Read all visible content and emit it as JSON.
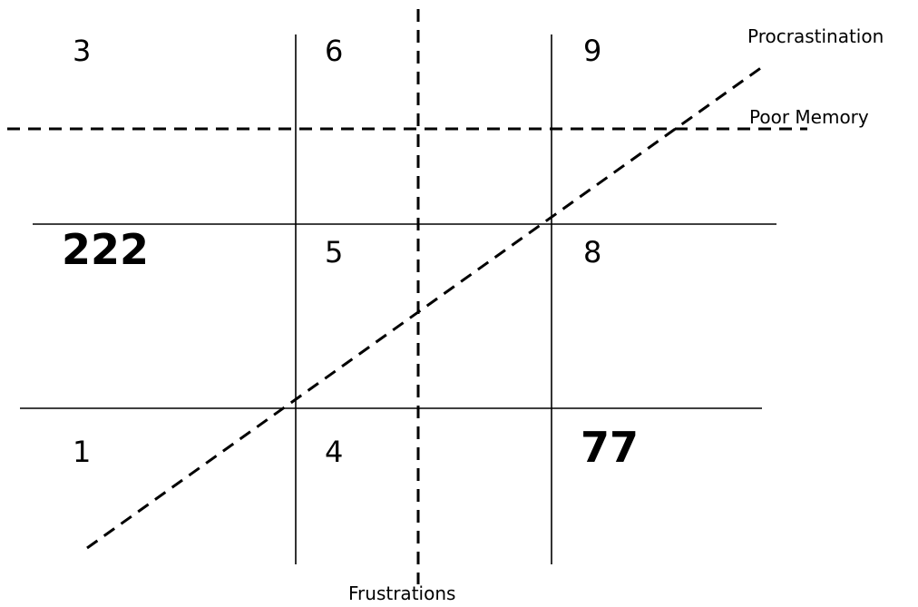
{
  "cells": {
    "top_left": "3",
    "top_middle": "6",
    "top_right": "9",
    "middle_left": "222",
    "middle_middle": "5",
    "middle_right": "8",
    "bottom_left": "1",
    "bottom_middle": "4",
    "bottom_right": "77"
  },
  "axis_labels": {
    "diagonal": "Procrastination",
    "horizontal": "Poor Memory",
    "vertical": "Frustrations"
  },
  "colors": {
    "line": "#000000",
    "background": "#ffffff"
  }
}
